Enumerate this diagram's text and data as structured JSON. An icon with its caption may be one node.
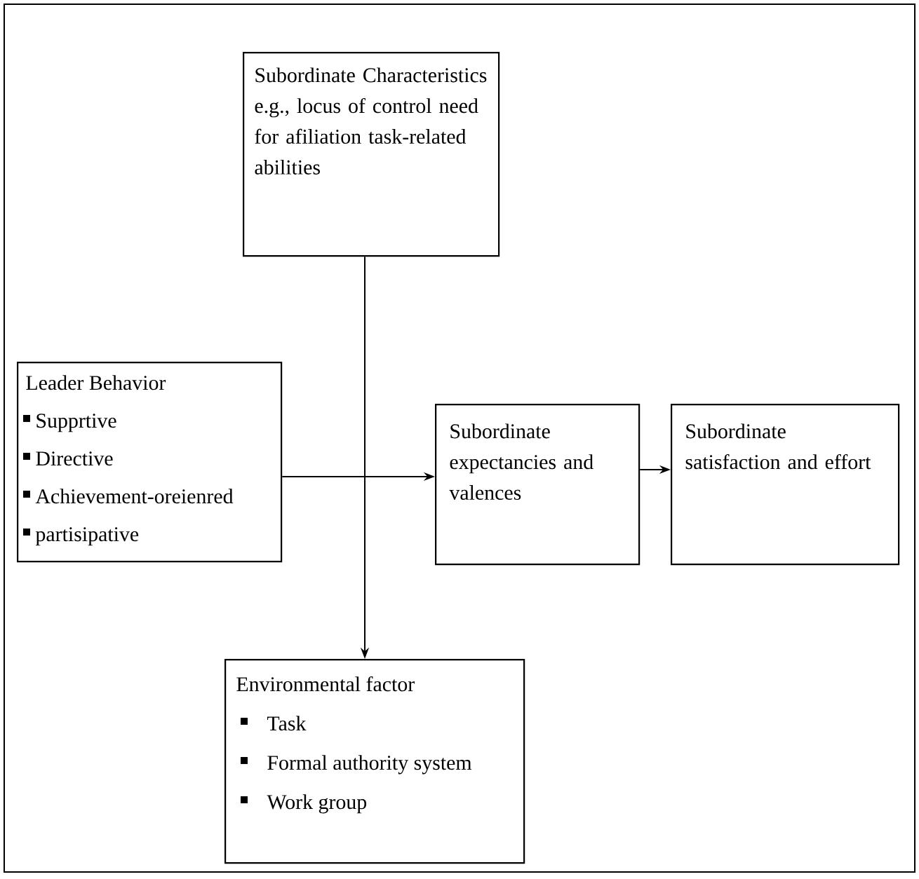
{
  "diagram": {
    "nodes": [
      {
        "text": [
          "Subordinate Characteristics e.g., locus of control need for afiliation task-related abilities"
        ]
      },
      {
        "text": [
          "Leader Behavior",
          "Supprtive",
          "Directive",
          "Achievement-oreienred",
          "partisipative"
        ]
      },
      {
        "text": [
          "Subordinate expectancies and valences"
        ]
      },
      {
        "text": [
          "Subordinate satisfaction and effort"
        ]
      },
      {
        "text": [
          "Environmental factor",
          "Task",
          "Formal authority system",
          "Work group"
        ]
      }
    ],
    "edges": [
      {
        "from": 0,
        "to": 4,
        "arrow": "to"
      },
      {
        "from": 1,
        "to": 2,
        "arrow": "to"
      },
      {
        "from": 2,
        "to": 3,
        "arrow": "to"
      }
    ]
  }
}
